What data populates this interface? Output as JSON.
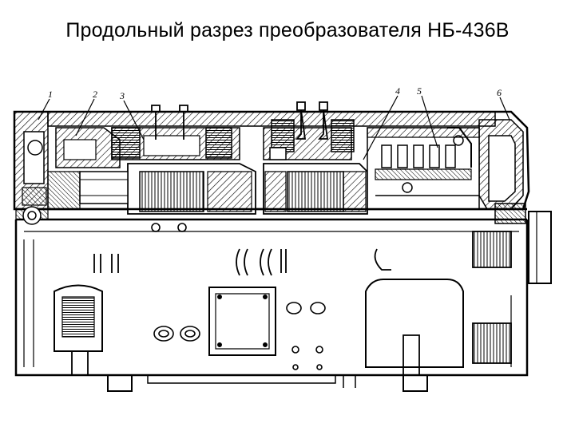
{
  "title": "Продольный разрез преобразователя НБ-436В",
  "callouts": [
    "1",
    "2",
    "3",
    "4",
    "5",
    "6"
  ]
}
